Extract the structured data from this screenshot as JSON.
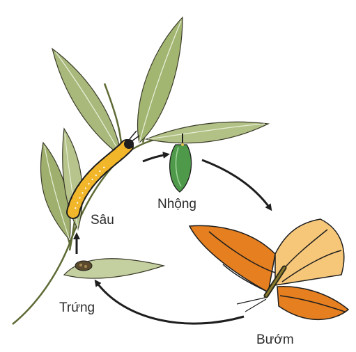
{
  "diagram": {
    "stages": [
      {
        "id": "larva",
        "label": "Sâu"
      },
      {
        "id": "pupa",
        "label": "Nhộng"
      },
      {
        "id": "butterfly",
        "label": "Bướm"
      },
      {
        "id": "egg",
        "label": "Trứng"
      }
    ],
    "colors": {
      "leaf": "#a9b97c",
      "leaf_dark": "#6f8240",
      "caterpillar_yellow": "#f2b62a",
      "chrysalis": "#4f9a4a",
      "wing_orange": "#e57f1f",
      "wing_light": "#f6c779",
      "outline": "#1e1e1e"
    }
  }
}
